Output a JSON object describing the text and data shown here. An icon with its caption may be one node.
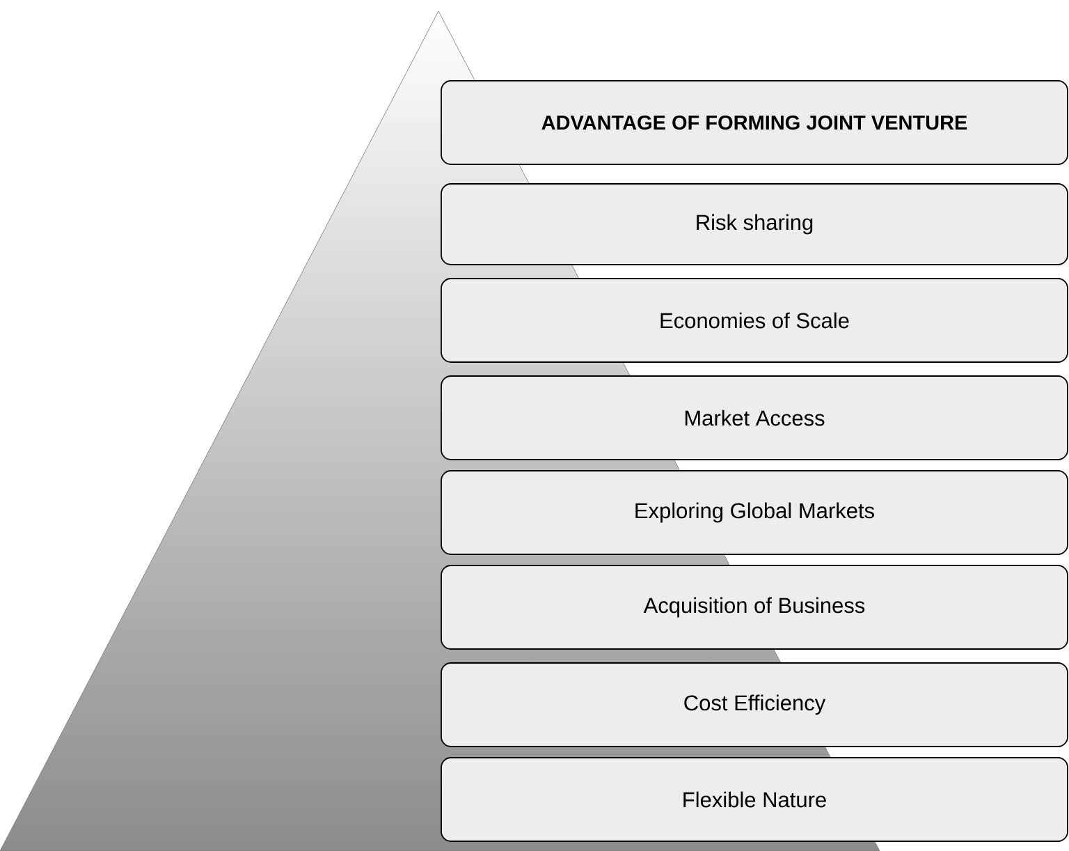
{
  "diagram": {
    "nodes": [
      {
        "text": [
          "ADVANTAGE OF FORMING JOINT VENTURE"
        ]
      },
      {
        "text": [
          "Risk sharing"
        ]
      },
      {
        "text": [
          "Economies of Scale"
        ]
      },
      {
        "text": [
          "Market Access"
        ]
      },
      {
        "text": [
          "Exploring Global Markets"
        ]
      },
      {
        "text": [
          "Acquisition of Business"
        ]
      },
      {
        "text": [
          "Cost Efficiency"
        ]
      },
      {
        "text": [
          "Flexible Nature"
        ]
      }
    ]
  }
}
